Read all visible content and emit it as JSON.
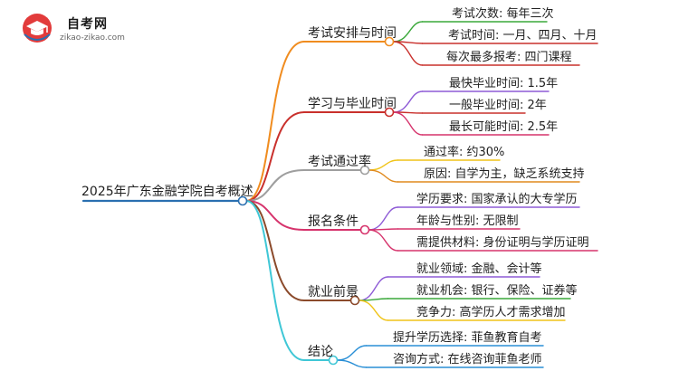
{
  "logo": {
    "title": "自考网",
    "subtitle": "zikao-zikao.com"
  },
  "root": "2025年广东金融学院自考概述",
  "branches": [
    {
      "label": "考试安排与时间",
      "leaves": [
        "考试次数: 每年三次",
        "考试时间: 一月、四月、十月",
        "每次最多报考: 四门课程"
      ],
      "color": "#f08c1f"
    },
    {
      "label": "学习与毕业时间",
      "leaves": [
        "最快毕业时间: 1.5年",
        "一般毕业时间: 2年",
        "最长可能时间: 2.5年"
      ],
      "color": "#c9302c"
    },
    {
      "label": "考试通过率",
      "leaves": [
        "通过率: 约30%",
        "原因: 自学为主，缺乏系统支持"
      ],
      "color": "#9e9e9e"
    },
    {
      "label": "报名条件",
      "leaves": [
        "学历要求: 国家承认的大专学历",
        "年龄与性别: 无限制",
        "需提供材料: 身份证明与学历证明"
      ],
      "color": "#d6336c"
    },
    {
      "label": "就业前景",
      "leaves": [
        "就业领域: 金融、会计等",
        "就业机会: 银行、保险、证券等",
        "竞争力: 高学历人才需求增加"
      ],
      "color": "#8b4a2b"
    },
    {
      "label": "结论",
      "leaves": [
        "提升学历选择: 菲鱼教育自考",
        "咨询方式: 在线咨询菲鱼老师"
      ],
      "color": "#3fc7d6"
    }
  ],
  "leaf_colors": [
    "#3aa83a",
    "#c9302c",
    "#c9302c",
    "#8e5bd6",
    "#c9302c",
    "#d6336c",
    "#f0c419",
    "#e08a1e",
    "#8e5bd6",
    "#d6336c",
    "#d6336c",
    "#8e5bd6",
    "#3aa83a",
    "#f0c419",
    "#2a8fd6",
    "#2a8fd6"
  ],
  "root_color": "#2a6fb0"
}
